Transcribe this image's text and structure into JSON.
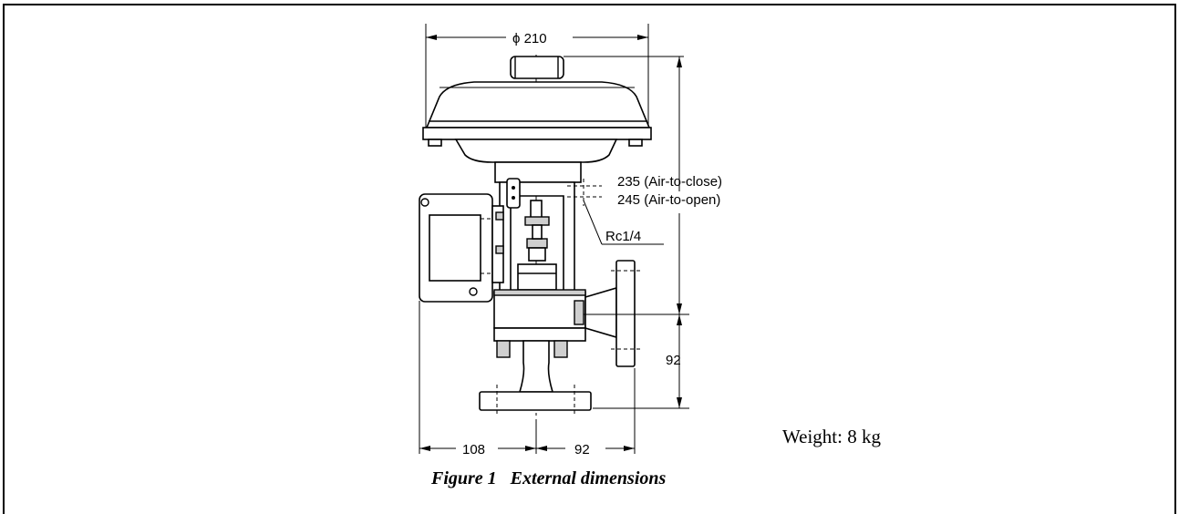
{
  "dimensions": {
    "diameter": "ϕ 210",
    "height_close": "235 (Air-to-close)",
    "height_open": "245 (Air-to-open)",
    "port": "Rc1/4",
    "vertical_lower": "92",
    "left_width": "108",
    "right_width": "92"
  },
  "weight": "Weight: 8 kg",
  "caption": "Figure 1   External dimensions"
}
